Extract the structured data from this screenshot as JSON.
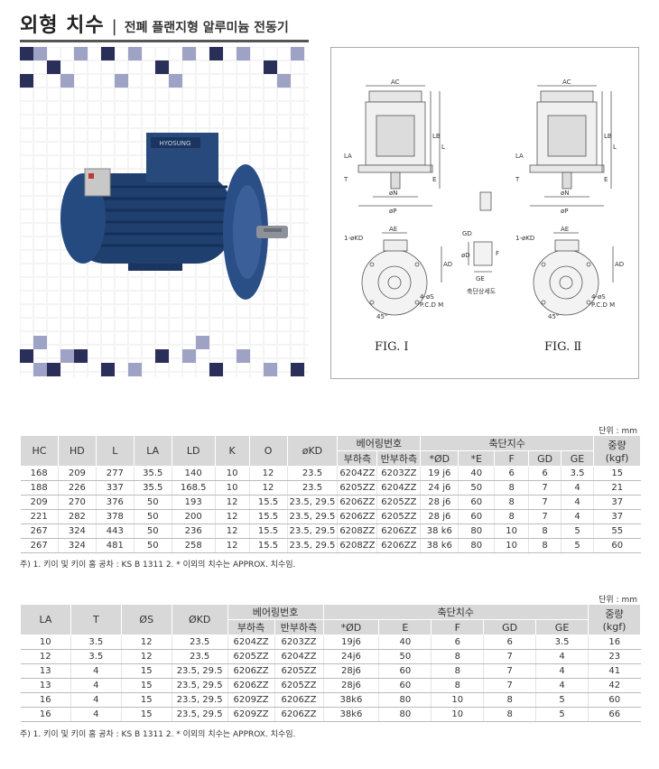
{
  "header": {
    "title": "외형 치수",
    "separator": "|",
    "subtitle": "전폐 플랜지형 알루미늄 전동기"
  },
  "photo": {
    "brand_plate": "HYOSUNG"
  },
  "figures": {
    "fig1_label": "FIG. Ⅰ",
    "fig2_label": "FIG. Ⅱ",
    "dims": {
      "ac": "AC",
      "l": "L",
      "lb": "LB",
      "la": "LA",
      "t": "T",
      "e": "E",
      "n": "øN",
      "p": "øP",
      "ae": "AE",
      "kd": "1-øKD",
      "ad": "AD",
      "s": "4-øS",
      "pcd": "P.C.D M",
      "d45": "45°",
      "gd": "GD",
      "ge": "GE",
      "f": "F",
      "od": "øD",
      "shaft_detail": "축단상세도"
    }
  },
  "table1": {
    "unit": "단위 : mm",
    "headers": {
      "hc": "HC",
      "hd": "HD",
      "l": "L",
      "la": "LA",
      "ld": "LD",
      "k": "K",
      "o": "O",
      "okd": "øKD",
      "bearing": "베어링번호",
      "load_side": "부하측",
      "anti_load_side": "반부하측",
      "shaft": "축단지수",
      "d": "*ØD",
      "e": "*E",
      "f": "F",
      "gd": "GD",
      "ge": "GE",
      "weight": "중량",
      "weight_unit": "(kgf)"
    },
    "rows": [
      [
        "168",
        "209",
        "277",
        "35.5",
        "140",
        "10",
        "12",
        "23.5",
        "6204ZZ",
        "6203ZZ",
        "19 j6",
        "40",
        "6",
        "6",
        "3.5",
        "15"
      ],
      [
        "188",
        "226",
        "337",
        "35.5",
        "168.5",
        "10",
        "12",
        "23.5",
        "6205ZZ",
        "6204ZZ",
        "24 j6",
        "50",
        "8",
        "7",
        "4",
        "21"
      ],
      [
        "209",
        "270",
        "376",
        "50",
        "193",
        "12",
        "15.5",
        "23.5, 29.5",
        "6206ZZ",
        "6205ZZ",
        "28 j6",
        "60",
        "8",
        "7",
        "4",
        "37"
      ],
      [
        "221",
        "282",
        "378",
        "50",
        "200",
        "12",
        "15.5",
        "23.5, 29.5",
        "6206ZZ",
        "6205ZZ",
        "28 j6",
        "60",
        "8",
        "7",
        "4",
        "37"
      ],
      [
        "267",
        "324",
        "443",
        "50",
        "236",
        "12",
        "15.5",
        "23.5, 29.5",
        "6208ZZ",
        "6206ZZ",
        "38 k6",
        "80",
        "10",
        "8",
        "5",
        "55"
      ],
      [
        "267",
        "324",
        "481",
        "50",
        "258",
        "12",
        "15.5",
        "23.5, 29.5",
        "6208ZZ",
        "6206ZZ",
        "38 k6",
        "80",
        "10",
        "8",
        "5",
        "60"
      ]
    ],
    "note": "주) 1. 키이 및 키이 홈 공차 : KS B 1311    2. * 이외의 치수는 APPROX. 치수임."
  },
  "table2": {
    "unit": "단위 : mm",
    "headers": {
      "la": "LA",
      "t": "T",
      "os": "ØS",
      "okd": "ØKD",
      "bearing": "베어링번호",
      "load_side": "부하측",
      "anti_load_side": "반부하측",
      "shaft": "축단치수",
      "d": "*ØD",
      "e": "E",
      "f": "F",
      "gd": "GD",
      "ge": "GE",
      "weight": "중량",
      "weight_unit": "(kgf)"
    },
    "rows": [
      [
        "10",
        "3.5",
        "12",
        "23.5",
        "6204ZZ",
        "6203ZZ",
        "19j6",
        "40",
        "6",
        "6",
        "3.5",
        "16"
      ],
      [
        "12",
        "3.5",
        "12",
        "23.5",
        "6205ZZ",
        "6204ZZ",
        "24j6",
        "50",
        "8",
        "7",
        "4",
        "23"
      ],
      [
        "13",
        "4",
        "15",
        "23.5, 29.5",
        "6206ZZ",
        "6205ZZ",
        "28j6",
        "60",
        "8",
        "7",
        "4",
        "41"
      ],
      [
        "13",
        "4",
        "15",
        "23.5, 29.5",
        "6206ZZ",
        "6205ZZ",
        "28j6",
        "60",
        "8",
        "7",
        "4",
        "42"
      ],
      [
        "16",
        "4",
        "15",
        "23.5, 29.5",
        "6209ZZ",
        "6206ZZ",
        "38k6",
        "80",
        "10",
        "8",
        "5",
        "60"
      ],
      [
        "16",
        "4",
        "15",
        "23.5, 29.5",
        "6209ZZ",
        "6206ZZ",
        "38k6",
        "80",
        "10",
        "8",
        "5",
        "66"
      ]
    ],
    "note": "주) 1. 키이 및 키이 홈 공차 : KS B 1311    2. * 이외의 치수는 APPROX. 치수임."
  },
  "colors": {
    "motor_blue": "#1f3f6e",
    "grid_dark": "#2a2f5a",
    "header_grey": "#d8d8d8"
  }
}
